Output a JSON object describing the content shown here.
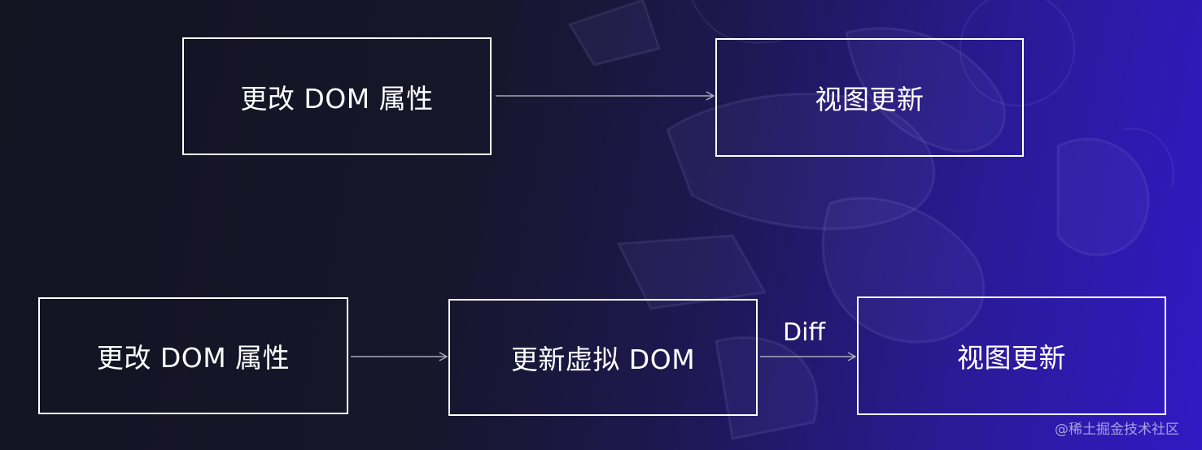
{
  "diagram": {
    "top_flow": {
      "start_box": "更改 DOM 属性",
      "end_box": "视图更新"
    },
    "bottom_flow": {
      "start_box": "更改 DOM 属性",
      "middle_box": "更新虚拟 DOM",
      "end_box": "视图更新",
      "edge_label": "Diff"
    }
  },
  "watermark": "@稀土掘金技术社区",
  "colors": {
    "box_border": "#ffffff",
    "arrow": "#a9a9b8",
    "background_dark": "#141322",
    "background_accent": "#3219c4"
  }
}
